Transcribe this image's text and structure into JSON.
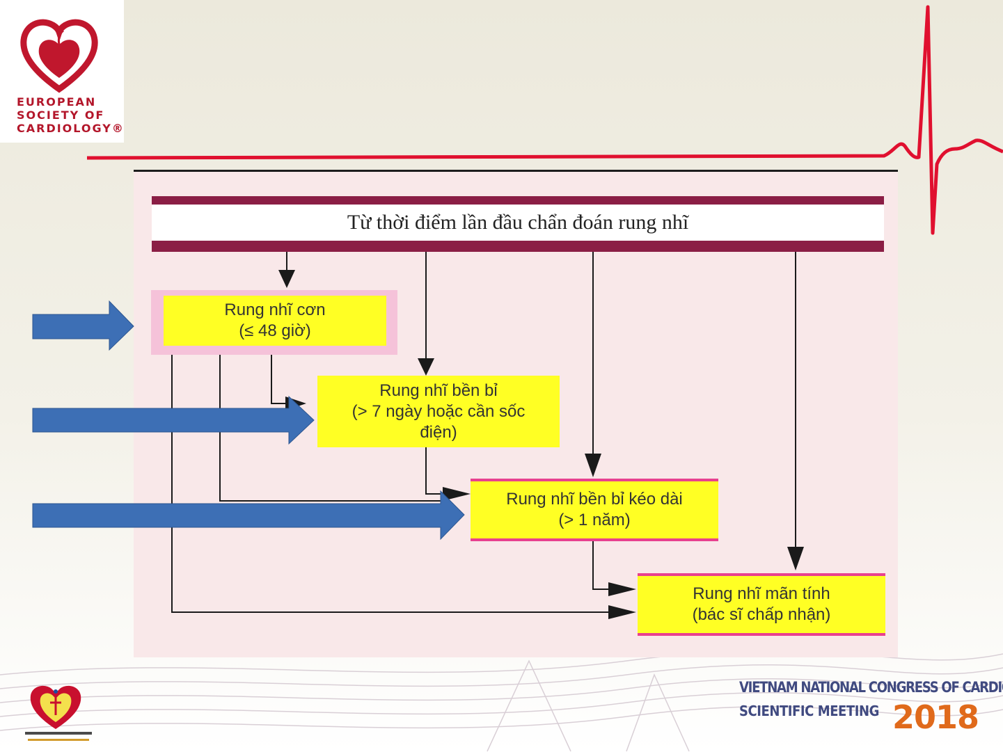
{
  "esc_logo": {
    "lines": [
      "EUROPEAN",
      "SOCIETY OF",
      "CARDIOLOGY®"
    ]
  },
  "diagram": {
    "title": "Từ thời điểm lần đầu chẩn đoán rung nhĩ",
    "boxes": [
      {
        "line1": "Rung nhĩ cơn",
        "line2": "(≤ 48 giờ)"
      },
      {
        "line1": "Rung nhĩ bền bỉ",
        "line2": "(> 7 ngày hoặc cần sốc",
        "line3": "điện)"
      },
      {
        "line1": "Rung nhĩ bền bỉ kéo dài",
        "line2": "(> 1 năm)"
      },
      {
        "line1": "Rung nhĩ mãn tính",
        "line2": "(bác sĩ chấp nhận)"
      }
    ]
  },
  "footer": {
    "line1": "VIETNAM NATIONAL CONGRESS OF CARDIOLOGY",
    "line2": "SCIENTIFIC MEETING",
    "year": "2018"
  },
  "colors": {
    "accent_red": "#e0102f",
    "maroon": "#8b1e45",
    "box_yellow": "#ffff24",
    "arrow_blue": "#3d6fb5",
    "panel_pink": "#f9e8e9"
  }
}
